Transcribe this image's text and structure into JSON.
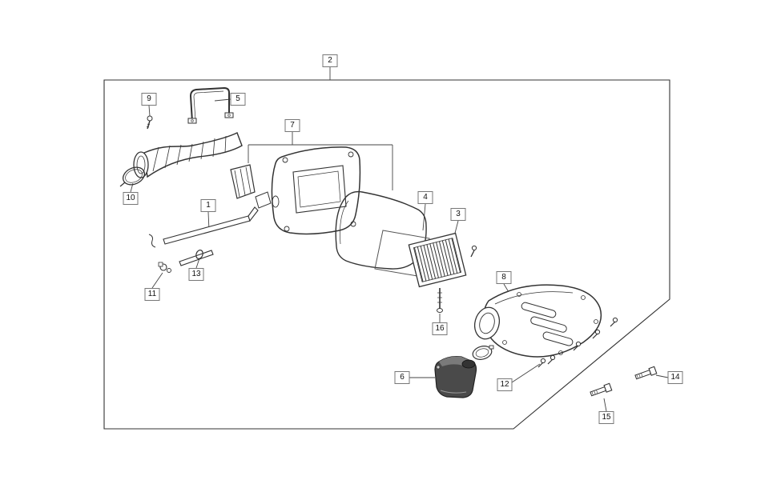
{
  "diagram": {
    "type": "exploded-parts-diagram",
    "callouts": [
      {
        "id": 1,
        "text": "1"
      },
      {
        "id": 2,
        "text": "2"
      },
      {
        "id": 3,
        "text": "3"
      },
      {
        "id": 4,
        "text": "4"
      },
      {
        "id": 5,
        "text": "5"
      },
      {
        "id": 6,
        "text": "6"
      },
      {
        "id": 7,
        "text": "7"
      },
      {
        "id": 8,
        "text": "8"
      },
      {
        "id": 9,
        "text": "9"
      },
      {
        "id": 10,
        "text": "10"
      },
      {
        "id": 11,
        "text": "11"
      },
      {
        "id": 12,
        "text": "12"
      },
      {
        "id": 13,
        "text": "13"
      },
      {
        "id": 14,
        "text": "14"
      },
      {
        "id": 15,
        "text": "15"
      },
      {
        "id": 16,
        "text": "16"
      }
    ],
    "colors": {
      "line": "#333333",
      "leader": "#444444",
      "label_border": "#777777",
      "background": "#ffffff",
      "dark_part_fill": "#4a4a4a"
    }
  }
}
